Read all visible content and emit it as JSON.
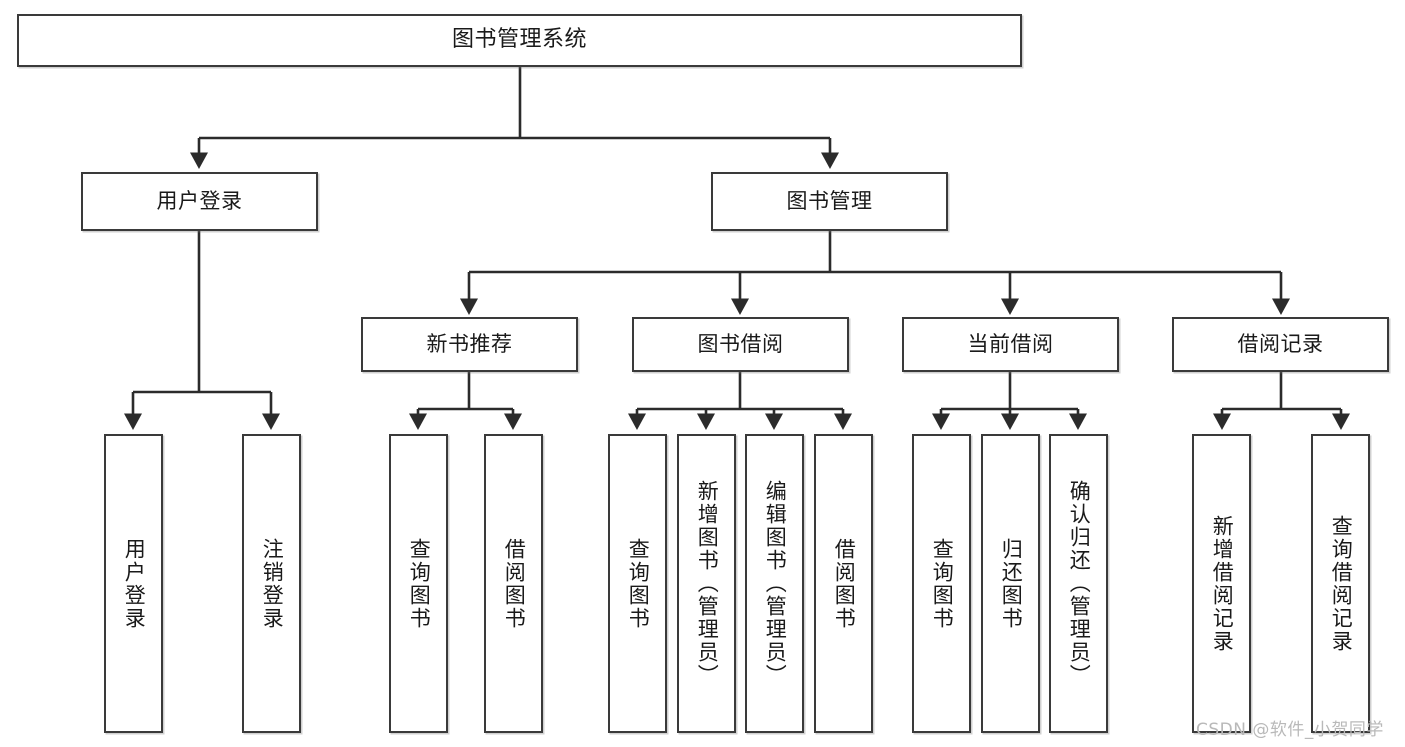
{
  "diagram": {
    "type": "tree-hierarchy",
    "title": "图书管理系统",
    "orientation": "top-down",
    "colors": {
      "box_border": "#3a3a3a",
      "box_fill": "#ffffff",
      "connector": "#2b2b2b",
      "text": "#1a1a1a",
      "watermark": "#b9b9b9"
    }
  },
  "root": {
    "label": "图书管理系统"
  },
  "level2": [
    {
      "label": "用户登录"
    },
    {
      "label": "图书管理"
    }
  ],
  "level3": [
    {
      "label": "新书推荐"
    },
    {
      "label": "图书借阅"
    },
    {
      "label": "当前借阅"
    },
    {
      "label": "借阅记录"
    }
  ],
  "leaves": {
    "user_login": [
      {
        "label": "用户登录"
      },
      {
        "label": "注销登录"
      }
    ],
    "new_book_recommend": [
      {
        "label": "查询图书"
      },
      {
        "label": "借阅图书"
      }
    ],
    "book_borrow": [
      {
        "label": "查询图书"
      },
      {
        "label": "新增图书（管理员）"
      },
      {
        "label": "编辑图书（管理员）"
      },
      {
        "label": "借阅图书"
      }
    ],
    "current_borrow": [
      {
        "label": "查询图书"
      },
      {
        "label": "归还图书"
      },
      {
        "label": "确认归还（管理员）"
      }
    ],
    "borrow_record": [
      {
        "label": "新增借阅记录"
      },
      {
        "label": "查询借阅记录"
      }
    ]
  },
  "watermark": {
    "text": "CSDN @软件_小贺同学"
  }
}
